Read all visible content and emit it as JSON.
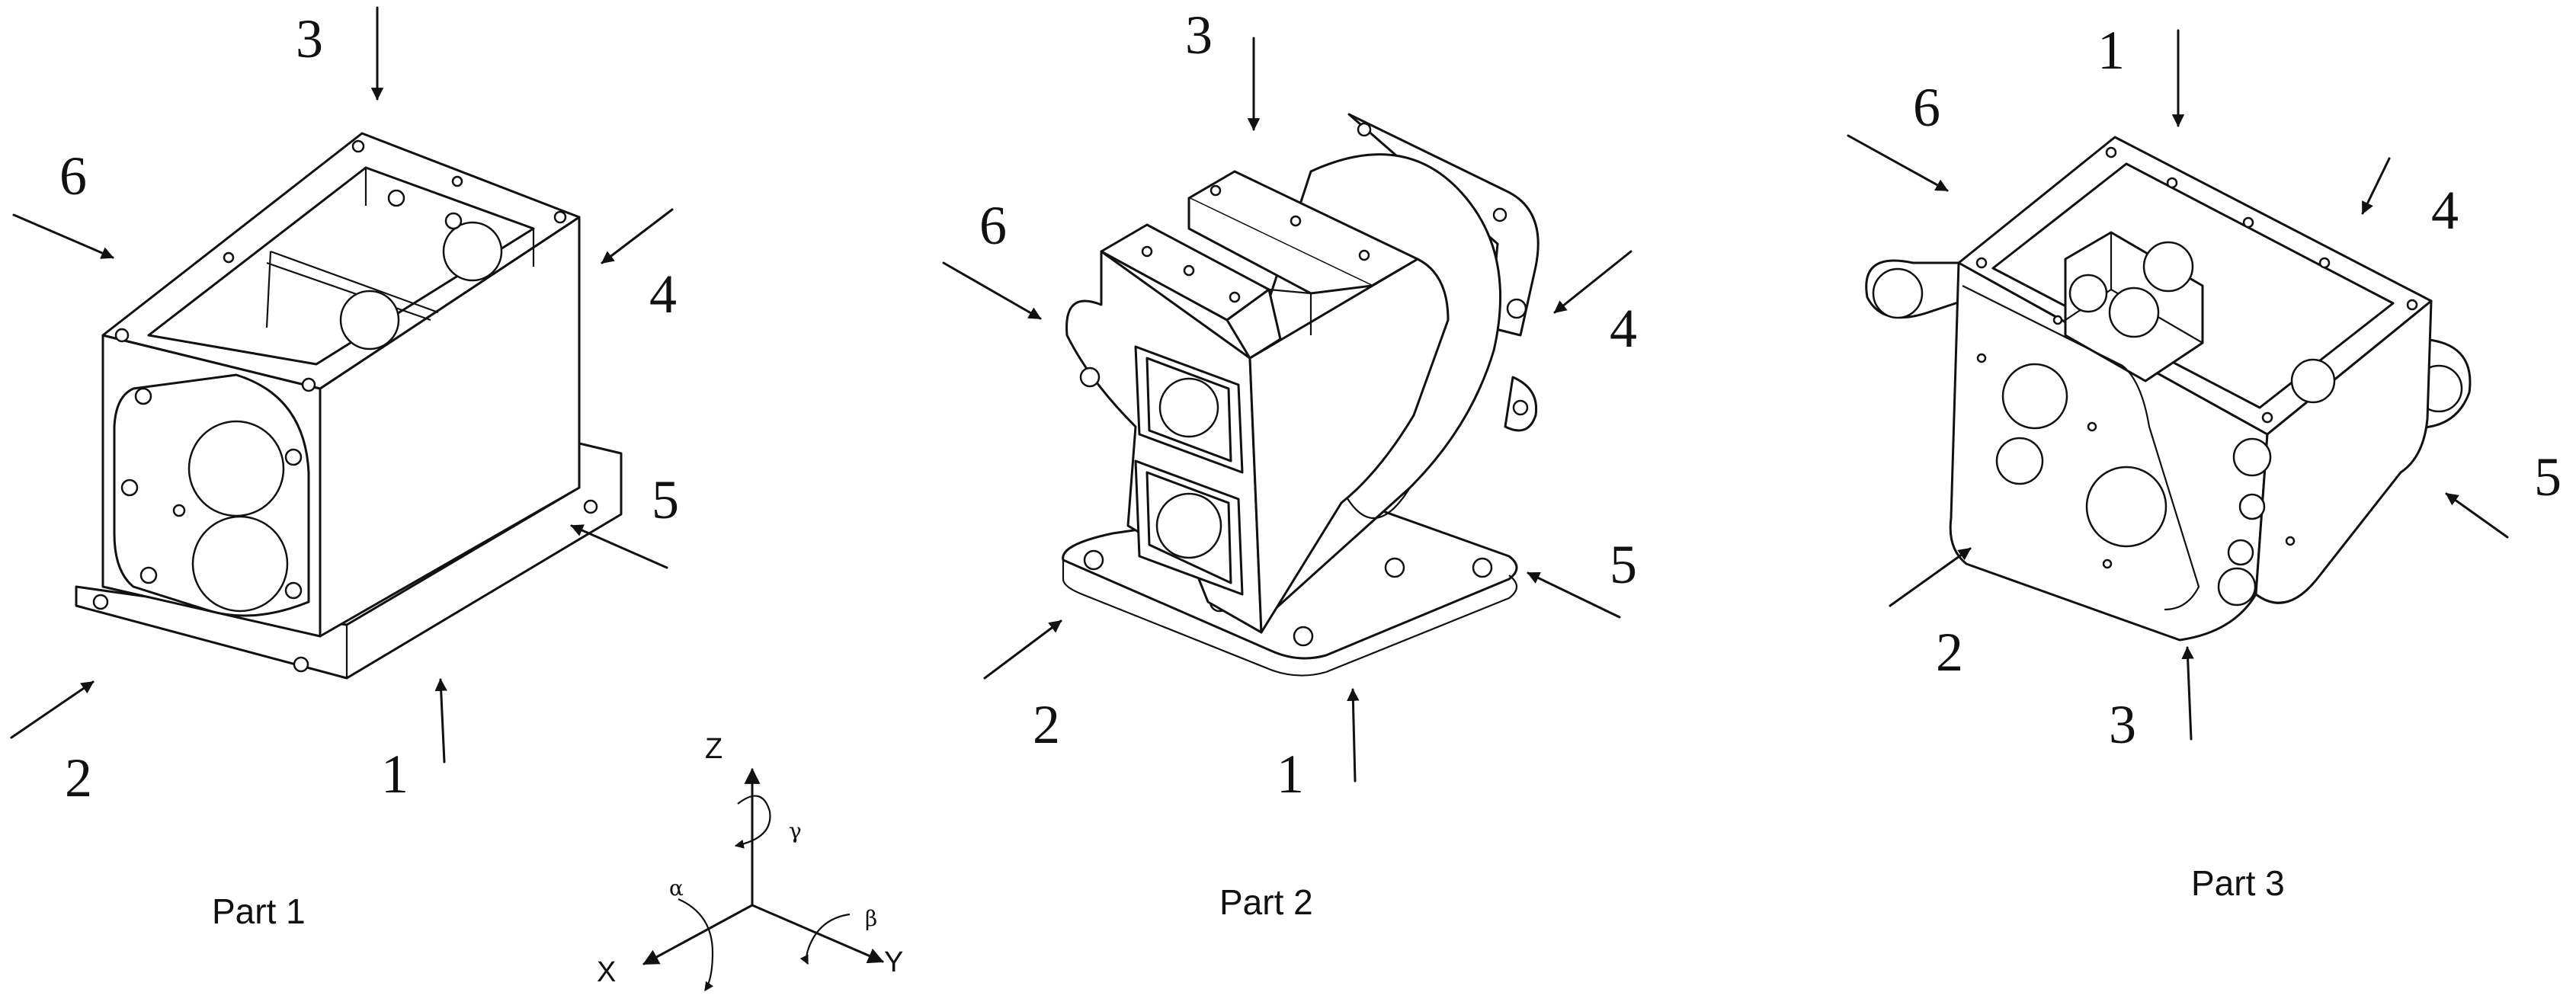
{
  "parts": [
    {
      "caption": "Part 1",
      "arrows": [
        {
          "label": "1"
        },
        {
          "label": "2"
        },
        {
          "label": "3"
        },
        {
          "label": "4"
        },
        {
          "label": "5"
        },
        {
          "label": "6"
        }
      ]
    },
    {
      "caption": "Part 2",
      "arrows": [
        {
          "label": "1"
        },
        {
          "label": "2"
        },
        {
          "label": "3"
        },
        {
          "label": "4"
        },
        {
          "label": "5"
        },
        {
          "label": "6"
        }
      ]
    },
    {
      "caption": "Part 3",
      "arrows": [
        {
          "label": "1"
        },
        {
          "label": "2"
        },
        {
          "label": "3"
        },
        {
          "label": "4"
        },
        {
          "label": "5"
        },
        {
          "label": "6"
        }
      ]
    }
  ],
  "axes": {
    "x": "X",
    "y": "Y",
    "z": "Z",
    "alpha": "α",
    "beta": "β",
    "gamma": "γ"
  }
}
